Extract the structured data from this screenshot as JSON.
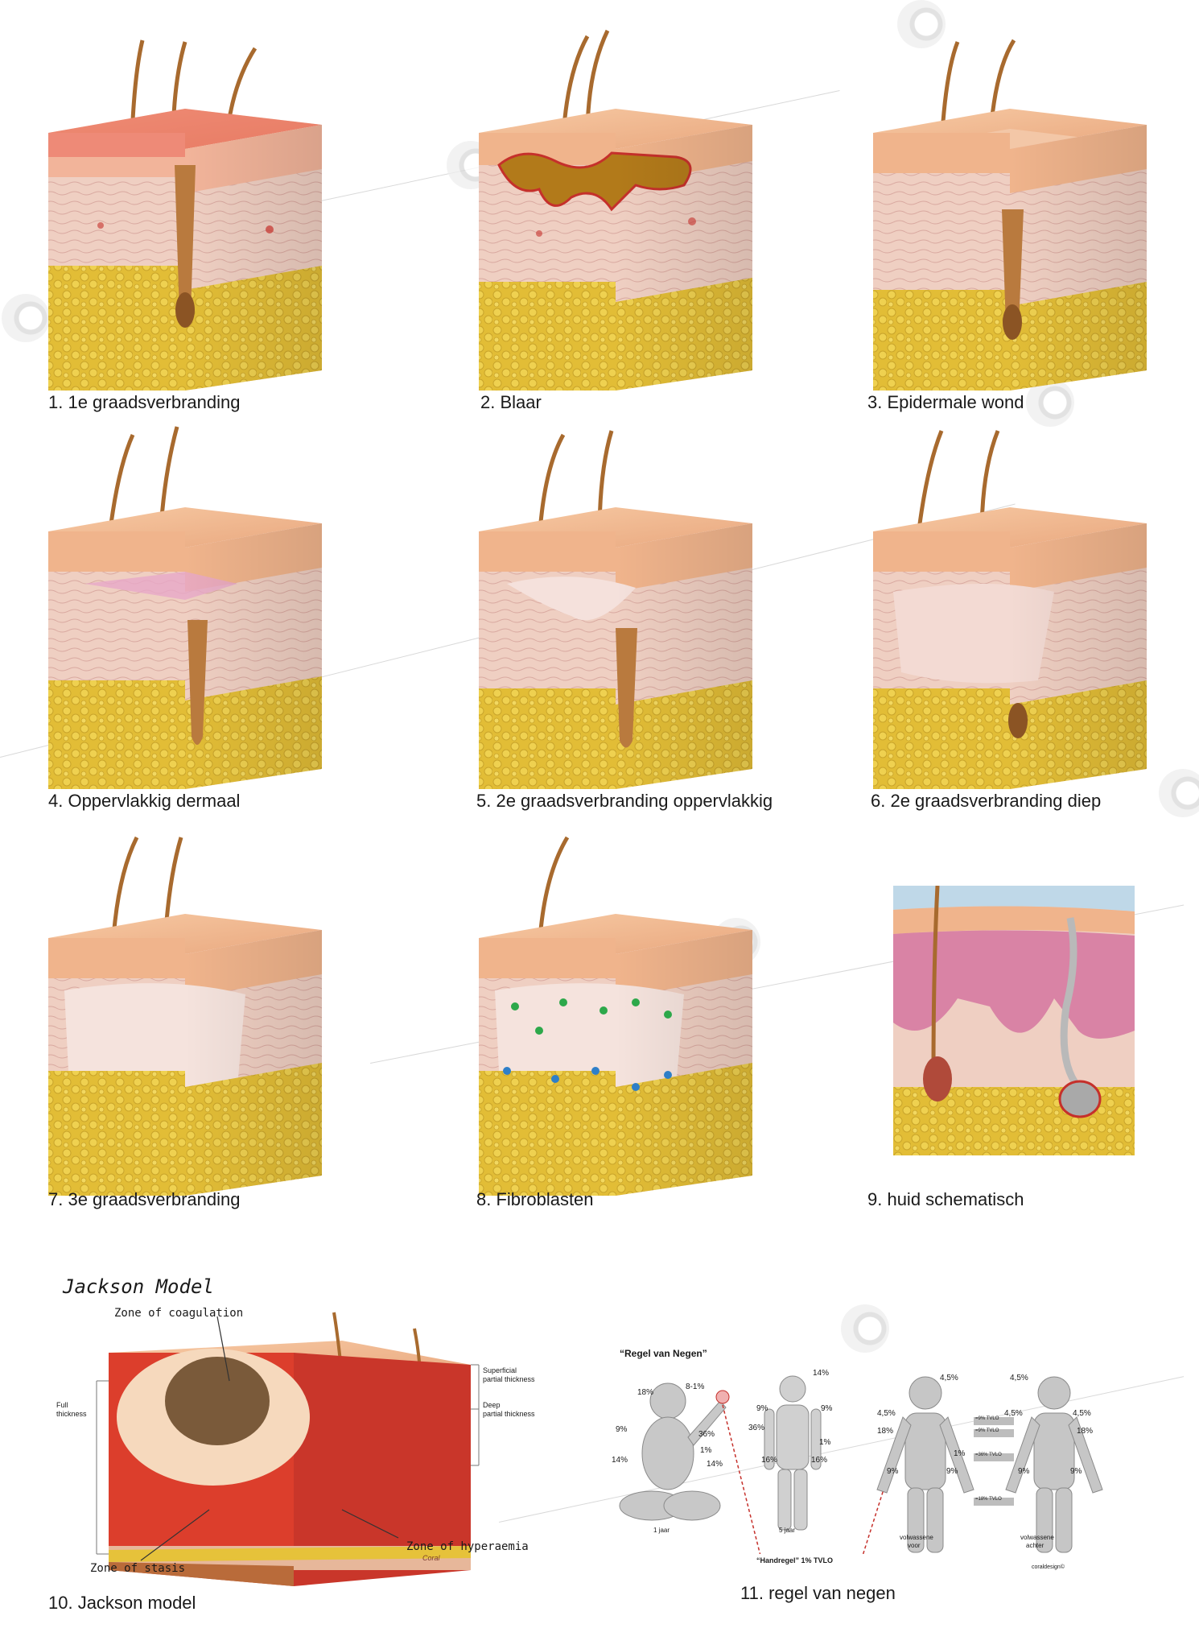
{
  "panels": [
    {
      "id": 1,
      "caption": "1. 1e graadsverbranding"
    },
    {
      "id": 2,
      "caption": "2. Blaar"
    },
    {
      "id": 3,
      "caption": "3. Epidermale wond"
    },
    {
      "id": 4,
      "caption": "4. Oppervlakkig dermaal"
    },
    {
      "id": 5,
      "caption": "5. 2e graadsverbranding oppervlakkig"
    },
    {
      "id": 6,
      "caption": "6. 2e graadsverbranding diep"
    },
    {
      "id": 7,
      "caption": "7. 3e graadsverbranding"
    },
    {
      "id": 8,
      "caption": "8. Fibroblasten"
    },
    {
      "id": 9,
      "caption": "9. huid schematisch"
    }
  ],
  "jackson": {
    "title": "Jackson Model",
    "caption": "10. Jackson model",
    "zone_coagulation": "Zone of coagulation",
    "zone_stasis": "Zone of stasis",
    "zone_hyperaemia": "Zone of hyperaemia",
    "full_thickness_1": "Full",
    "full_thickness_2": "thickness",
    "superficial_1": "Superficial",
    "superficial_2": "partial thickness",
    "deep_1": "Deep",
    "deep_2": "partial thickness",
    "signature": "Coral"
  },
  "rule_of_nine": {
    "title": "“Regel van Negen”",
    "caption": "11. regel van negen",
    "figures": {
      "baby": "1 jaar",
      "child": "5 jaar",
      "adult_front_1": "volwassene",
      "adult_front_2": "voor",
      "adult_back_1": "volwassene",
      "adult_back_2": "achter"
    },
    "baby_labels": [
      "18%",
      "8-1%",
      "9%",
      "36%",
      "1%",
      "14%",
      "14%"
    ],
    "child_labels": [
      "14%",
      "9%",
      "9%",
      "36%",
      "1%",
      "16%",
      "16%"
    ],
    "front_labels": [
      "4,5%",
      "4,5%",
      "18%",
      "1%",
      "9%",
      "9%"
    ],
    "back_labels": [
      "4,5%",
      "4,5%",
      "4,5%",
      "18%",
      "9%",
      "9%"
    ],
    "tvlo_boxes": [
      "=9% TVLO",
      "=9% TVLO",
      "=36% TVLO",
      "=18% TVLO"
    ],
    "hand_rule": "“Handregel” 1% TVLO",
    "credit": "coraldesign©"
  },
  "colors": {
    "epidermis": "#f3c39c",
    "dermis": "#efd0c4",
    "fat": "#e6c23a",
    "hair": "#a86a2e",
    "burn_red": "#e8574e",
    "blood": "#c5302b"
  }
}
